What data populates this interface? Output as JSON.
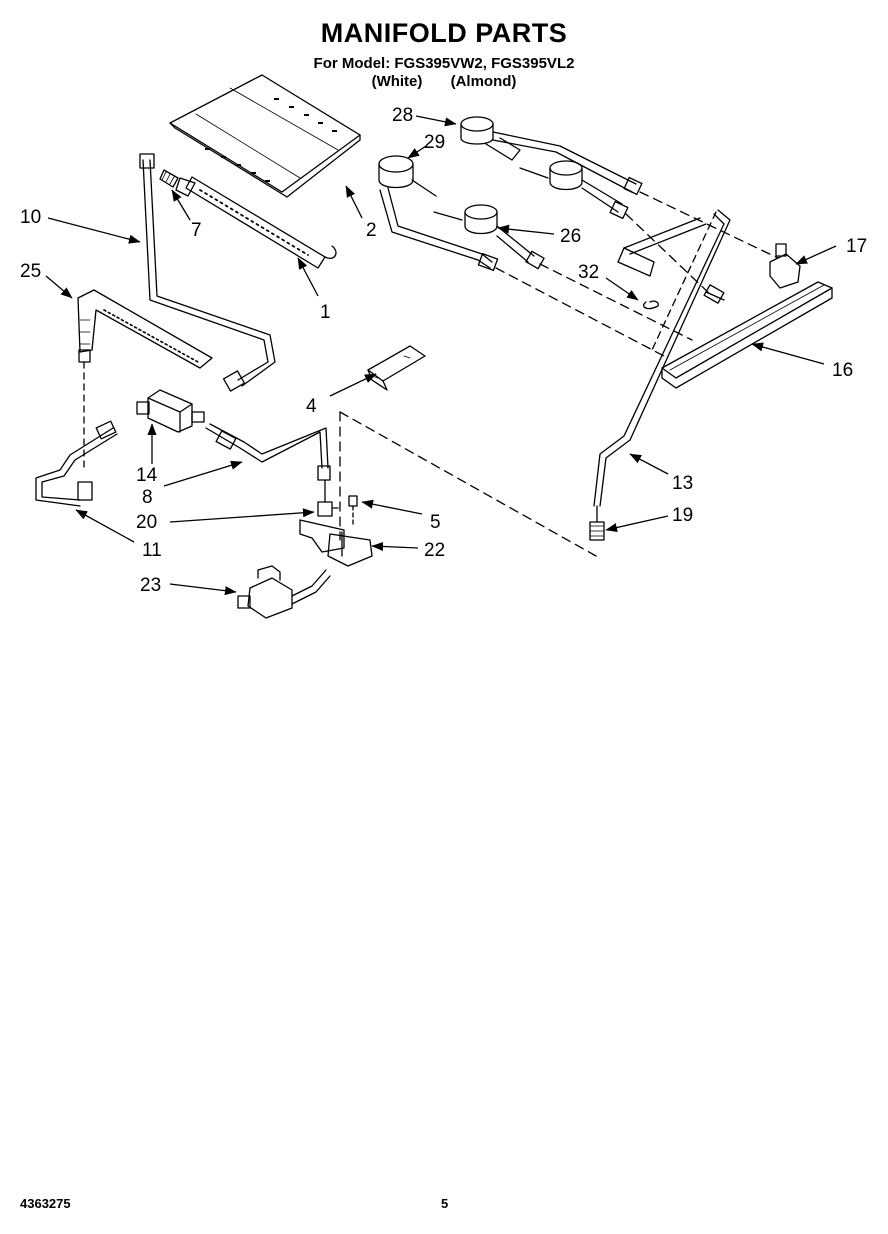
{
  "header": {
    "title": "MANIFOLD PARTS",
    "models_line": "For Model: FGS395VW2, FGS395VL2",
    "color_white": "(White)",
    "color_almond": "(Almond)"
  },
  "callouts": [
    "1",
    "2",
    "4",
    "5",
    "7",
    "8",
    "10",
    "11",
    "13",
    "14",
    "16",
    "17",
    "19",
    "20",
    "22",
    "23",
    "25",
    "26",
    "28",
    "29",
    "32"
  ],
  "footer": {
    "part_number": "4363275",
    "page_number": "5"
  }
}
